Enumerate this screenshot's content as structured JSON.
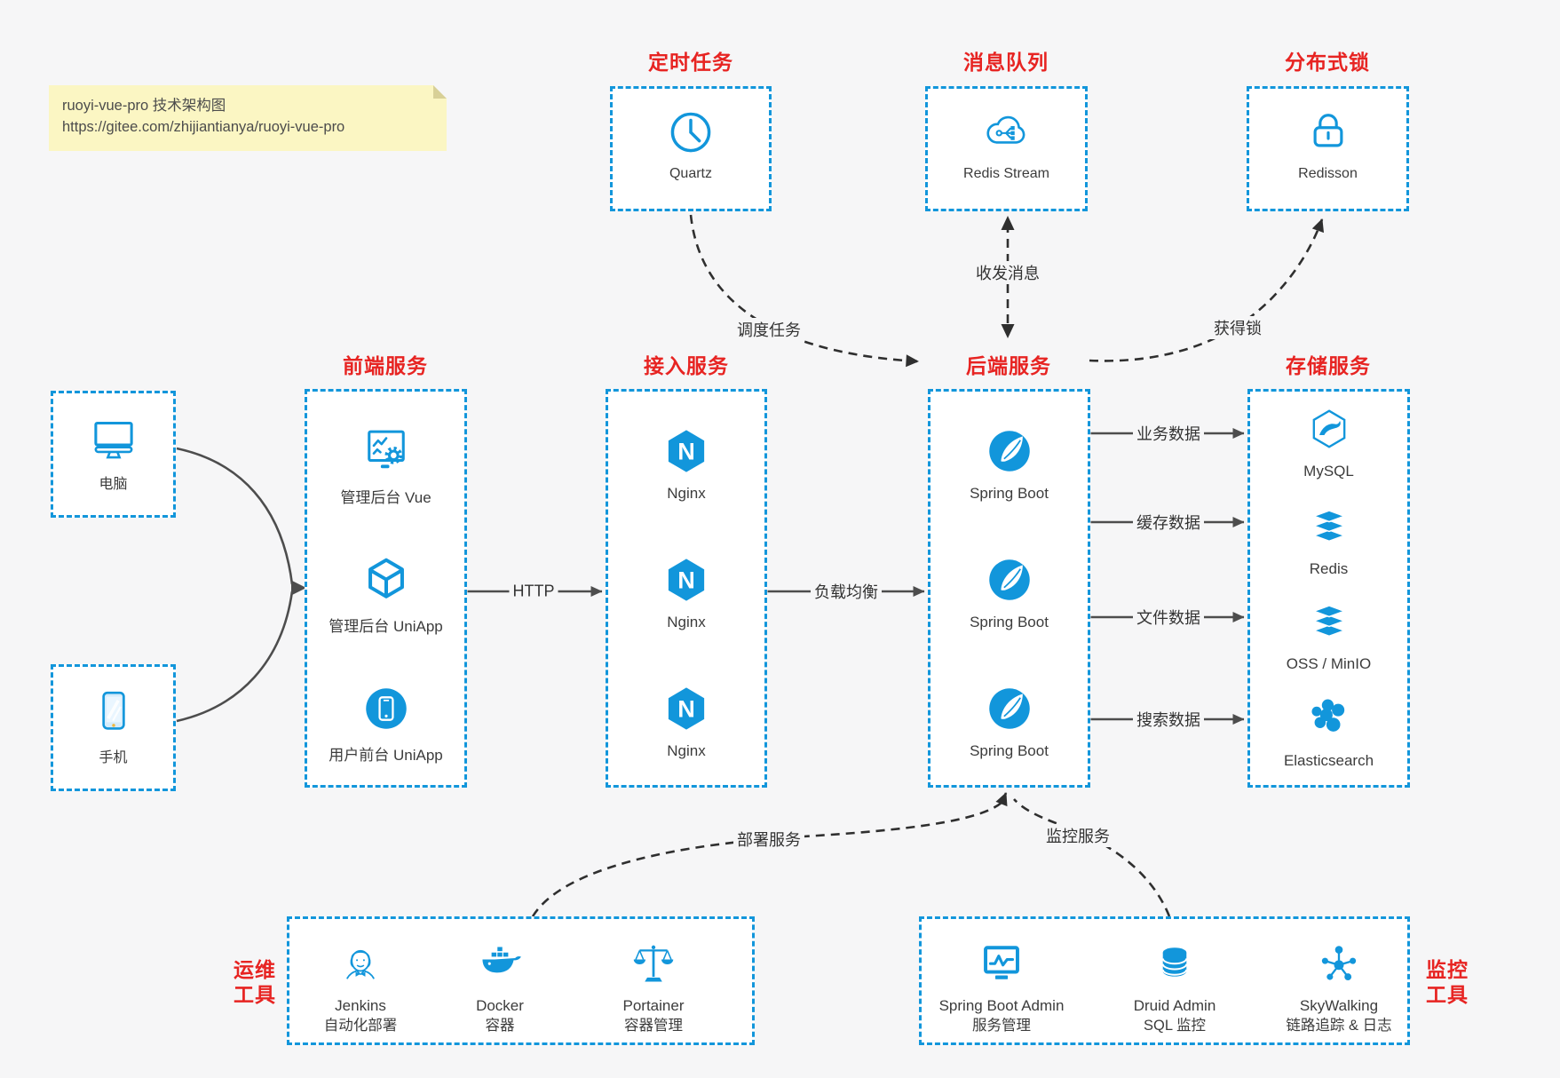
{
  "note": {
    "line1": "ruoyi-vue-pro 技术架构图",
    "line2": "https://gitee.com/zhijiantianya/ruoyi-vue-pro"
  },
  "colors": {
    "accent_blue": "#1296db",
    "title_red": "#e72422",
    "solid_arrow": "#4d4d4d",
    "dashed_arrow": "#2f2f2f",
    "background": "#f6f6f7",
    "note_background": "#fbf6c3"
  },
  "top_services": [
    {
      "title": "定时任务",
      "icon": "clock-icon",
      "label": "Quartz"
    },
    {
      "title": "消息队列",
      "icon": "cloud-stream-icon",
      "label": "Redis Stream"
    },
    {
      "title": "分布式锁",
      "icon": "lock-icon",
      "label": "Redisson"
    }
  ],
  "clients": [
    {
      "icon": "desktop-icon",
      "label": "电脑"
    },
    {
      "icon": "phone-icon",
      "label": "手机"
    }
  ],
  "columns": [
    {
      "title": "前端服务",
      "items": [
        {
          "icon": "admin-vue-icon",
          "label": "管理后台 Vue"
        },
        {
          "icon": "uniapp-cube-icon",
          "label": "管理后台 UniApp"
        },
        {
          "icon": "user-app-icon",
          "label": "用户前台 UniApp"
        }
      ]
    },
    {
      "title": "接入服务",
      "items": [
        {
          "icon": "nginx-icon",
          "label": "Nginx"
        },
        {
          "icon": "nginx-icon",
          "label": "Nginx"
        },
        {
          "icon": "nginx-icon",
          "label": "Nginx"
        }
      ]
    },
    {
      "title": "后端服务",
      "items": [
        {
          "icon": "spring-boot-icon",
          "label": "Spring Boot"
        },
        {
          "icon": "spring-boot-icon",
          "label": "Spring Boot"
        },
        {
          "icon": "spring-boot-icon",
          "label": "Spring Boot"
        }
      ]
    },
    {
      "title": "存储服务",
      "items": [
        {
          "icon": "mysql-icon",
          "label": "MySQL"
        },
        {
          "icon": "redis-stack-icon",
          "label": "Redis"
        },
        {
          "icon": "redis-stack-icon",
          "label": "OSS / MinIO"
        },
        {
          "icon": "elasticsearch-icon",
          "label": "Elasticsearch"
        }
      ]
    }
  ],
  "bottom_groups": [
    {
      "side_label": [
        "运维",
        "工具"
      ],
      "items": [
        {
          "icon": "jenkins-icon",
          "name": "Jenkins",
          "desc": "自动化部署"
        },
        {
          "icon": "docker-icon",
          "name": "Docker",
          "desc": "容器"
        },
        {
          "icon": "portainer-icon",
          "name": "Portainer",
          "desc": "容器管理"
        }
      ]
    },
    {
      "side_label": [
        "监控",
        "工具"
      ],
      "items": [
        {
          "icon": "springboot-admin-icon",
          "name": "Spring Boot Admin",
          "desc": "服务管理"
        },
        {
          "icon": "druid-icon",
          "name": "Druid Admin",
          "desc": "SQL 监控"
        },
        {
          "icon": "skywalking-icon",
          "name": "SkyWalking",
          "desc": "链路追踪 & 日志"
        }
      ]
    }
  ],
  "edges": {
    "http": "HTTP",
    "load_balance": "负载均衡",
    "business_data": "业务数据",
    "cache_data": "缓存数据",
    "file_data": "文件数据",
    "search_data": "搜索数据",
    "schedule_task": "调度任务",
    "send_receive_msg": "收发消息",
    "acquire_lock": "获得锁",
    "deploy_service": "部署服务",
    "monitor_service": "监控服务"
  }
}
